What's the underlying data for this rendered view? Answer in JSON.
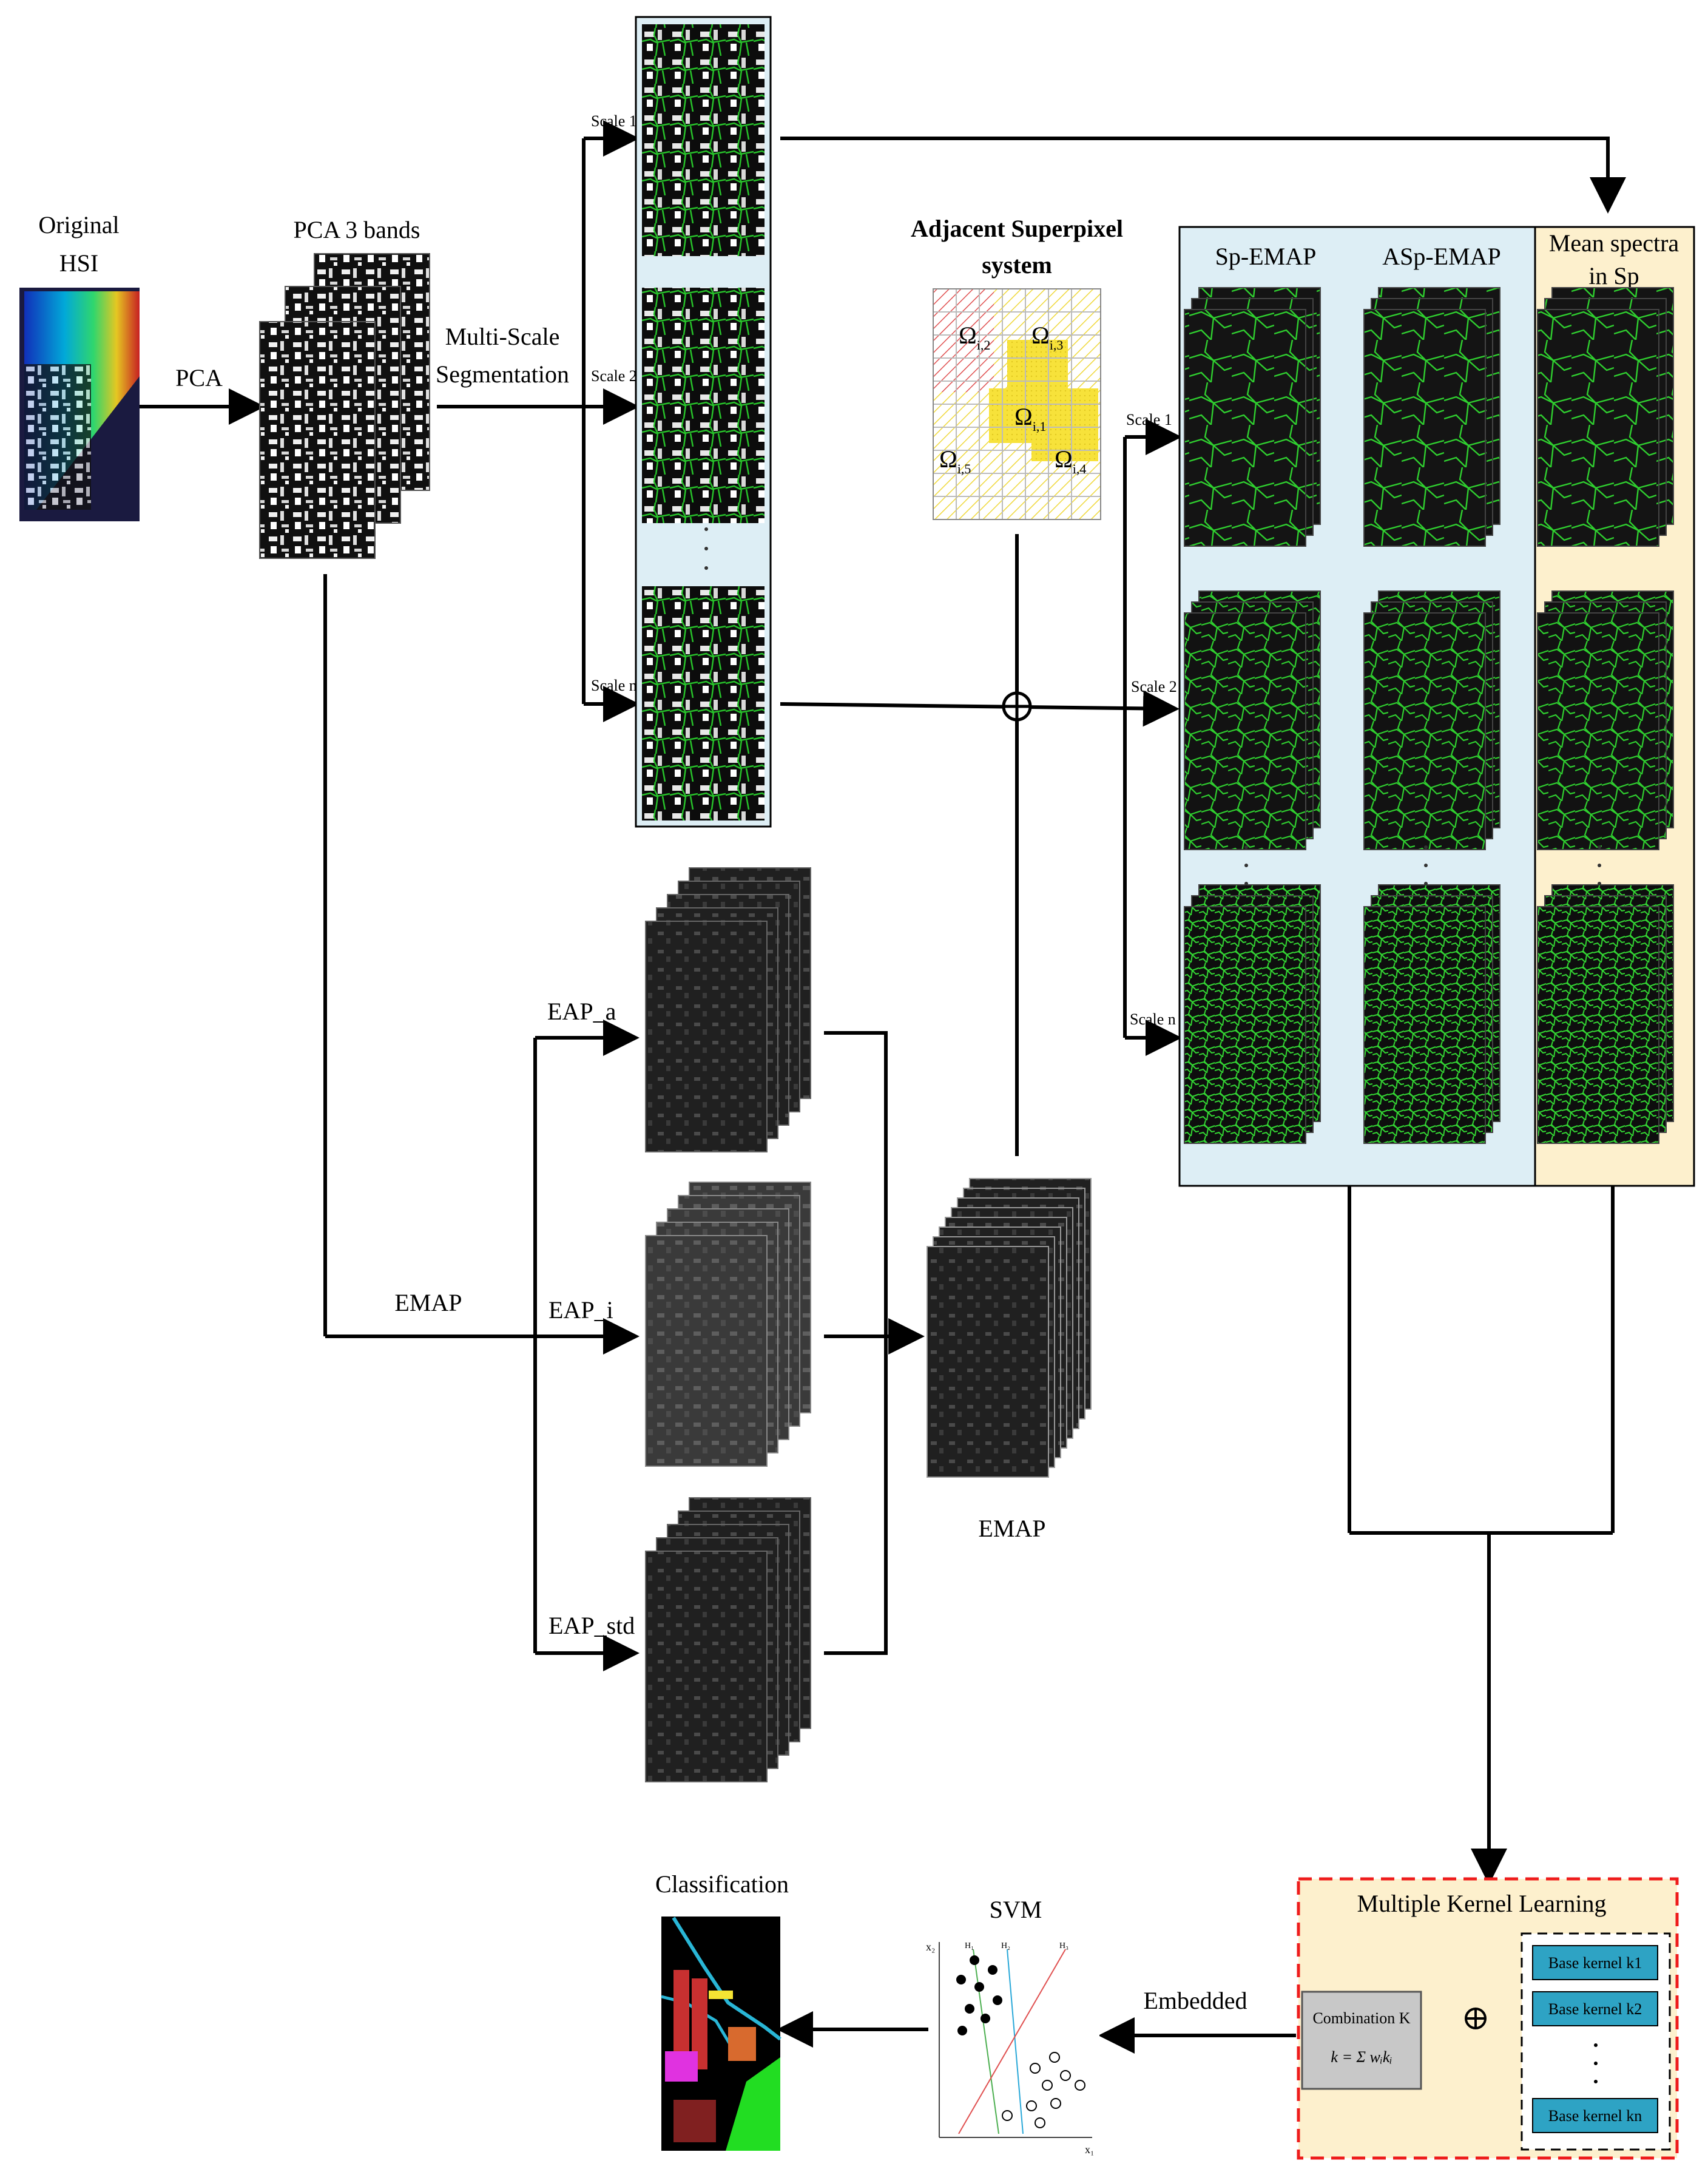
{
  "labels": {
    "original_hsi_line1": "Original",
    "original_hsi_line2": "HSI",
    "pca_arrow": "PCA",
    "pca_bands": "PCA 3 bands",
    "multiscale_line1": "Multi-Scale",
    "multiscale_line2": "Segmentation",
    "scale_1": "Scale 1",
    "scale_2": "Scale 2",
    "scale_n": "Scale n",
    "adjacent_line1": "Adjacent Superpixel",
    "adjacent_line2": "system",
    "sp_emap": "Sp-EMAP",
    "asp_emap": "ASp-EMAP",
    "mean_spectra_line1": "Mean spectra",
    "mean_spectra_line2": "in Sp",
    "right_scale_1": "Scale 1",
    "right_scale_2": "Scale 2",
    "right_scale_n": "Scale n",
    "eap_a": "EAP_a",
    "eap_i": "EAP_i",
    "eap_std": "EAP_std",
    "emap_branch": "EMAP",
    "emap_stack": "EMAP",
    "mkl_title": "Multiple Kernel Learning",
    "combination_title": "Combination K",
    "combination_formula": "k = Σ wᵢkᵢ",
    "base_kernel_1": "Base kernel   k1",
    "base_kernel_2": "Base kernel   k2",
    "base_kernel_n": "Base kernel   kn",
    "svm": "SVM",
    "embedded": "Embedded",
    "classification": "Classification",
    "svm_x1": "x₁",
    "svm_x2": "x₂",
    "svm_h1": "H₁",
    "svm_h2": "H₂",
    "svm_h3": "H₃"
  },
  "omega": {
    "symbol": "Ω",
    "sub_2": "i,2",
    "sub_3": "i,3",
    "sub_1": "i,1",
    "sub_5": "i,5",
    "sub_4": "i,4"
  },
  "colors": {
    "panel_blue": "#ddeef5",
    "panel_cream": "#fdf0cd",
    "mkl_fill": "#fdf0cd",
    "mkl_border": "#ee1c1c",
    "kernel_box": "#2ea3c4",
    "combination_box": "#c8c8c8",
    "segment_green": "#22c51f",
    "superpixel_yellow": "#f5e433",
    "superpixel_red_hatch": "#e05050"
  }
}
